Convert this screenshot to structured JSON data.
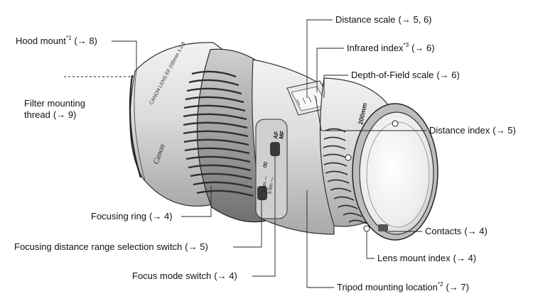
{
  "labels": {
    "hood_mount": {
      "text": "Hood mount",
      "sup": "*1",
      "ref": "(→ 8)"
    },
    "filter_thread": {
      "line1": "Filter mounting",
      "line2": "thread",
      "ref": "(→ 9)"
    },
    "focusing_ring": {
      "text": "Focusing ring",
      "ref": "(→ 4)"
    },
    "focus_range_switch": {
      "text": "Focusing distance range selection switch",
      "ref": "(→ 5)"
    },
    "focus_mode_switch": {
      "text": "Focus mode switch",
      "ref": "(→ 4)"
    },
    "distance_scale": {
      "text": "Distance scale",
      "ref": "(→ 5, 6)"
    },
    "infrared_index": {
      "text": "Infrared index",
      "sup": "*3",
      "ref": "(→ 6)"
    },
    "dof_scale": {
      "text": "Depth-of-Field scale",
      "ref": "(→ 6)"
    },
    "distance_index": {
      "text": "Distance index",
      "ref": "(→ 5)"
    },
    "contacts": {
      "text": "Contacts",
      "ref": "(→ 4)"
    },
    "lens_mount_index": {
      "text": "Lens mount index",
      "ref": "(→ 4)"
    },
    "tripod_location": {
      "text": "Tripod mounting location",
      "sup": "*2",
      "ref": "(→ 7)"
    }
  },
  "lens_markings": {
    "barrel_text": "CANON LENS EF 200mm 1:2.8",
    "brand": "Canon",
    "focal_badge": "200mm",
    "af_label": "AF",
    "mf_label": "MF",
    "range_infinity": "∞",
    "range_full": "1.5m —",
    "range_limited": "3.5m —"
  },
  "colors": {
    "ink": "#111111",
    "leader": "#222222",
    "lens_body": "#d9d9d9",
    "lens_dark": "#3a3a3a"
  }
}
